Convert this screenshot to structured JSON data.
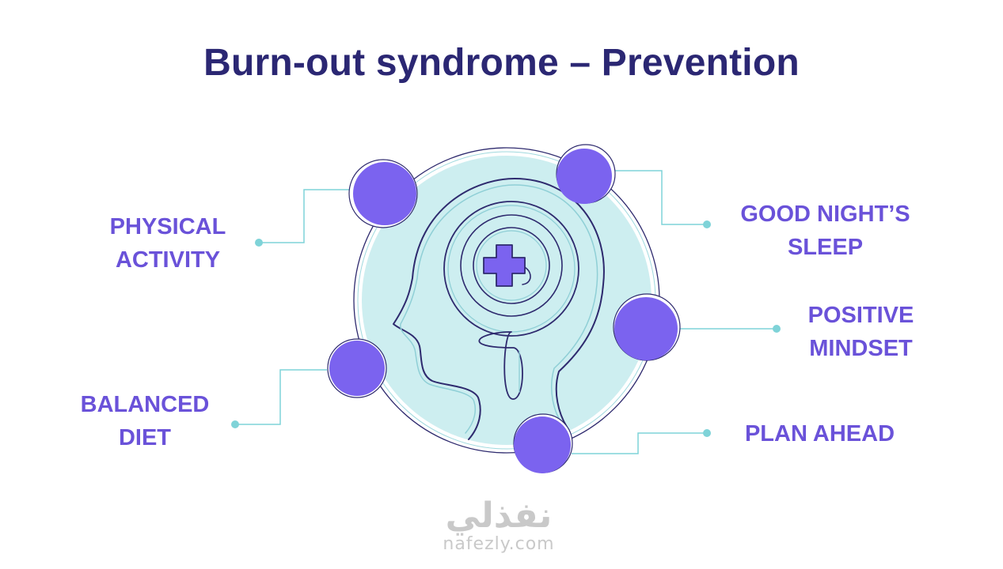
{
  "title": "Burn-out syndrome – Prevention",
  "items": [
    {
      "id": "physical",
      "lines": [
        "PHYSICAL",
        "ACTIVITY"
      ]
    },
    {
      "id": "sleep",
      "lines": [
        "GOOD NIGHT’S",
        "SLEEP"
      ]
    },
    {
      "id": "mindset",
      "lines": [
        "POSITIVE",
        "MINDSET"
      ]
    },
    {
      "id": "balanced",
      "lines": [
        "BALANCED",
        "DIET"
      ]
    },
    {
      "id": "plan",
      "lines": [
        "PLAN AHEAD"
      ]
    }
  ],
  "watermark": {
    "arabic": "نفذلي",
    "latin": "nafezly.com"
  },
  "colors": {
    "title": "#2b2773",
    "label": "#6a52d9",
    "node": "#7b63ef",
    "head_fill": "#cdeef0",
    "connector": "#7fd3d8",
    "outline": "#2e2a6e"
  },
  "icons": {
    "center": "brain-maze-plus-icon"
  }
}
